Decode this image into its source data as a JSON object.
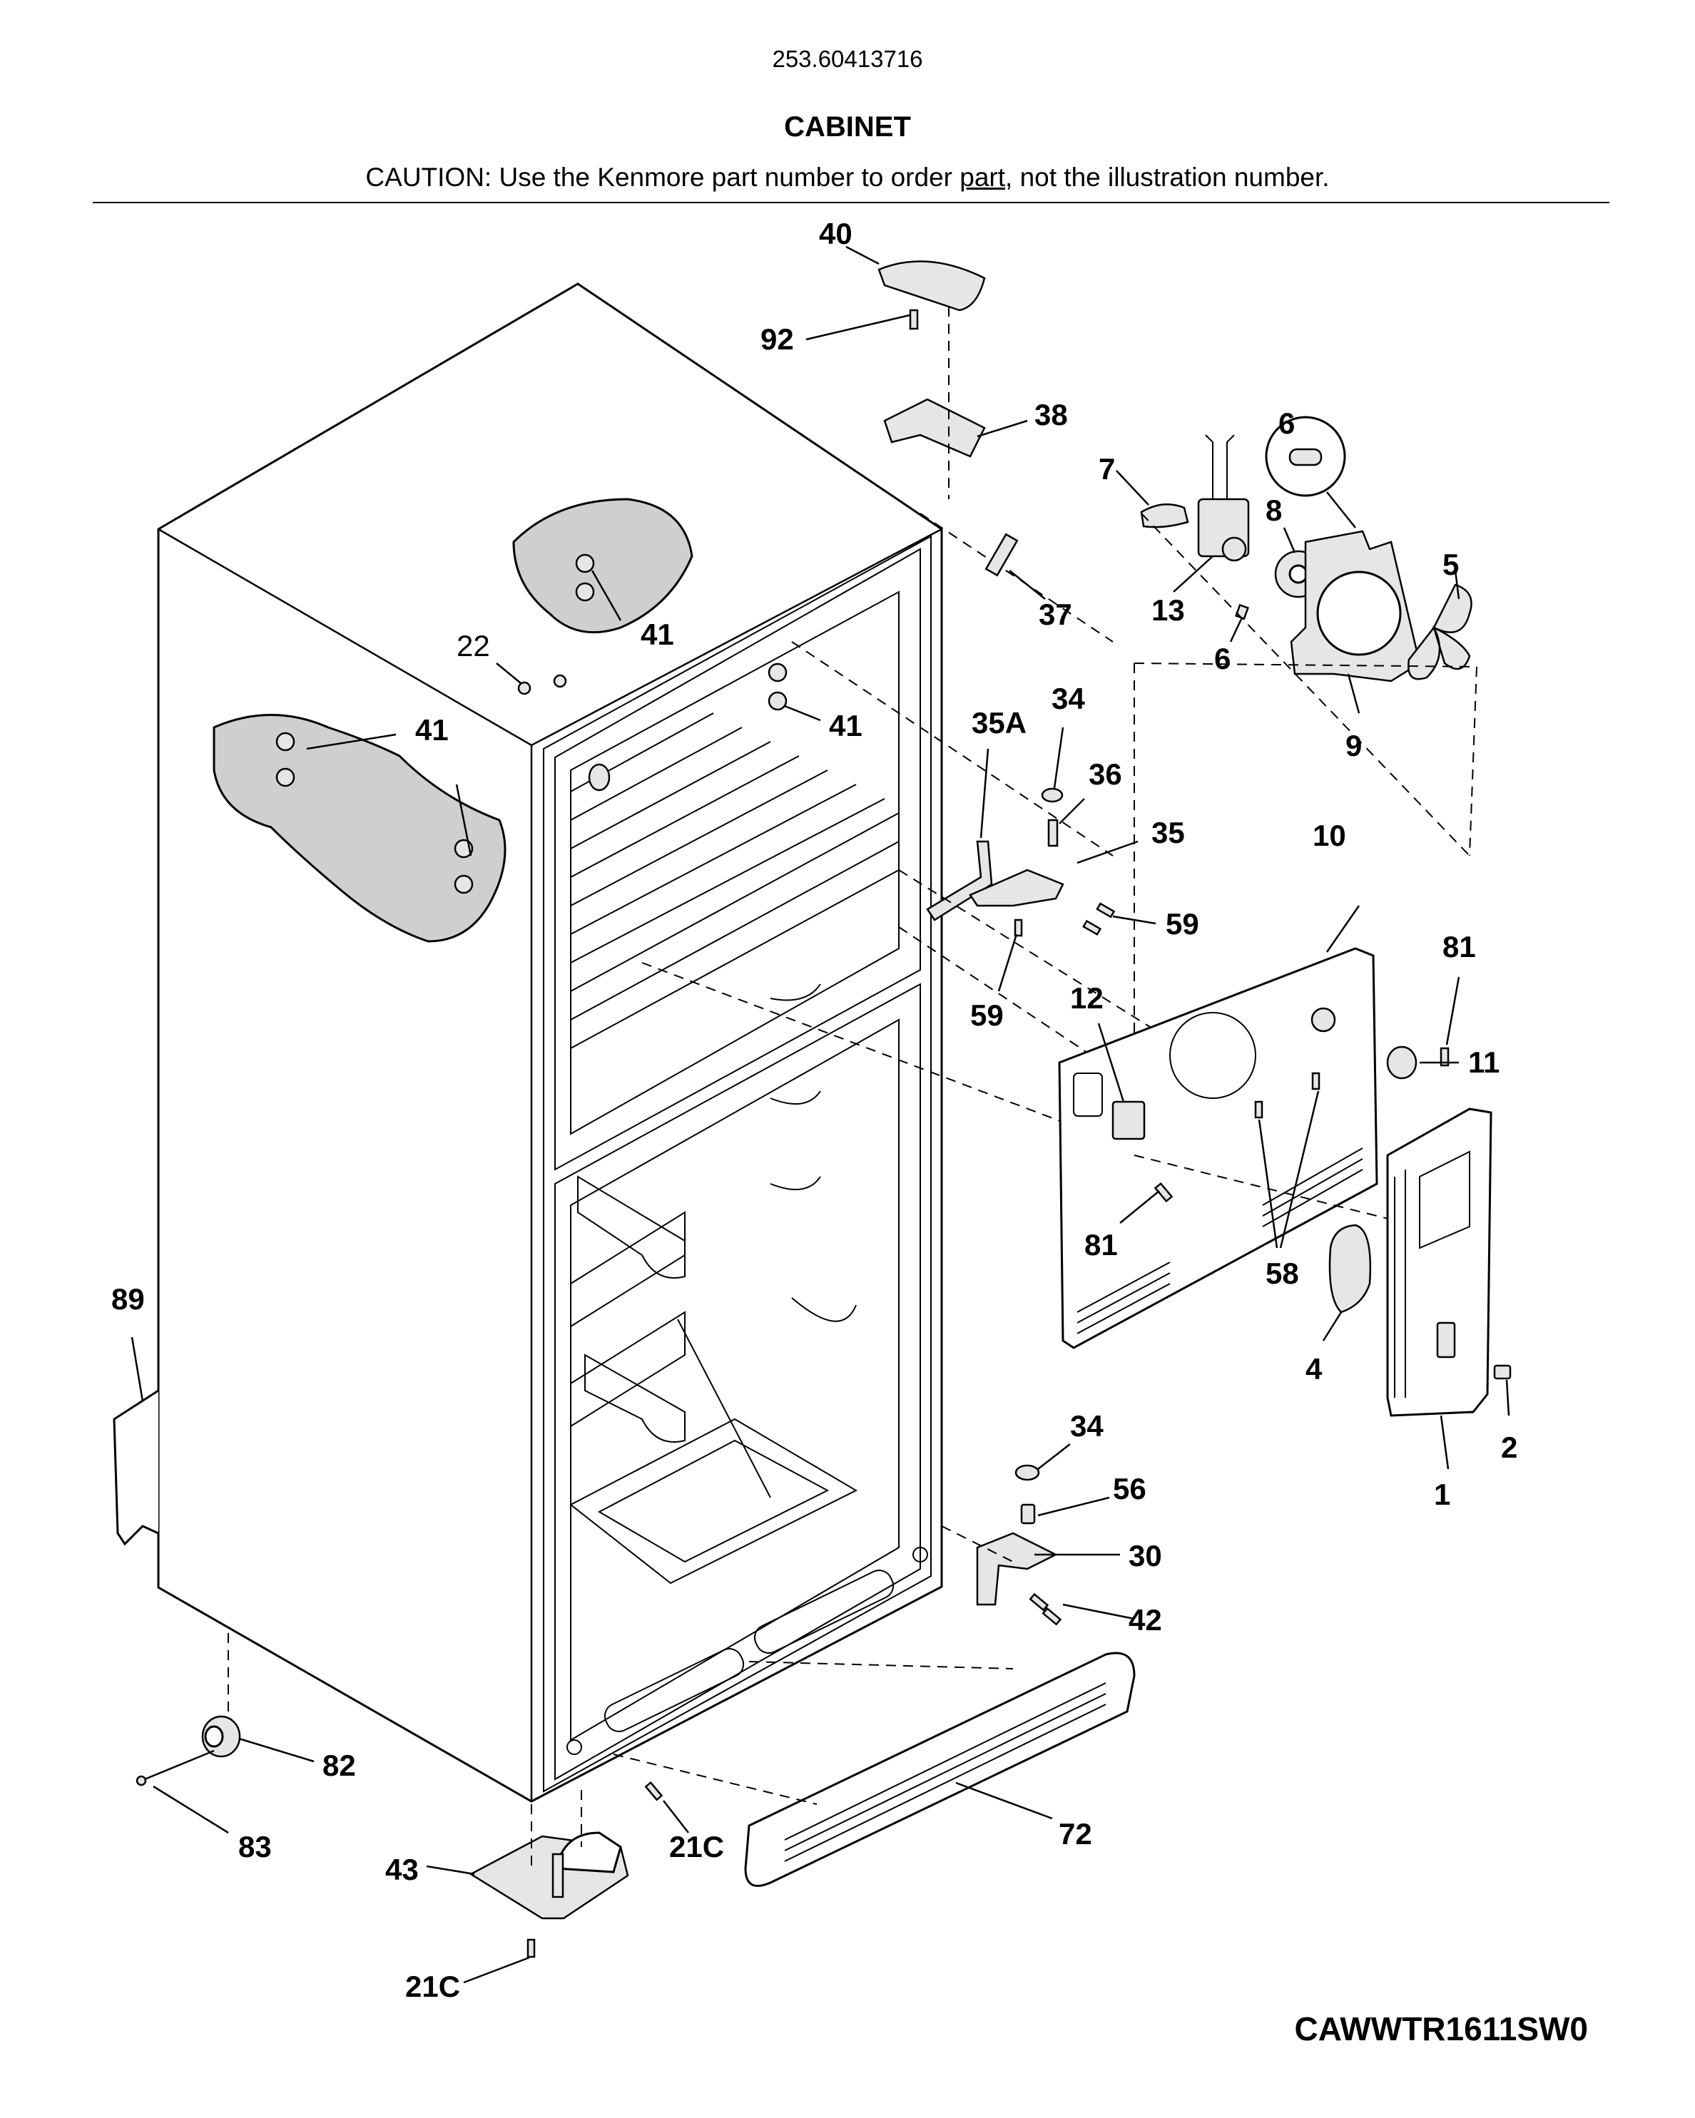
{
  "header": {
    "model_number": "253.60413716",
    "section_title": "CABINET",
    "caution_prefix": "CAUTION: Use the Kenmore part number to order ",
    "caution_link": "part",
    "caution_suffix": ", not the illustration number."
  },
  "footer": {
    "diagram_code": "CAWWTR1611SW0"
  },
  "callouts": {
    "c40": "40",
    "c92": "92",
    "c38": "38",
    "c7": "7",
    "c6a": "6",
    "c8": "8",
    "c13": "13",
    "c5": "5",
    "c6b": "6",
    "c9": "9",
    "c37": "37",
    "c22": "22",
    "c41a": "41",
    "c41b": "41",
    "c41c": "41",
    "c35a": "35A",
    "c34a": "34",
    "c36": "36",
    "c35": "35",
    "c59a": "59",
    "c59b": "59",
    "c10": "10",
    "c81a": "81",
    "c12": "12",
    "c11": "11",
    "c81b": "81",
    "c58": "58",
    "c89": "89",
    "c4": "4",
    "c2": "2",
    "c1": "1",
    "c34b": "34",
    "c56": "56",
    "c30": "30",
    "c42": "42",
    "c82": "82",
    "c83": "83",
    "c21c1": "21C",
    "c72": "72",
    "c43": "43",
    "c21c2": "21C"
  }
}
